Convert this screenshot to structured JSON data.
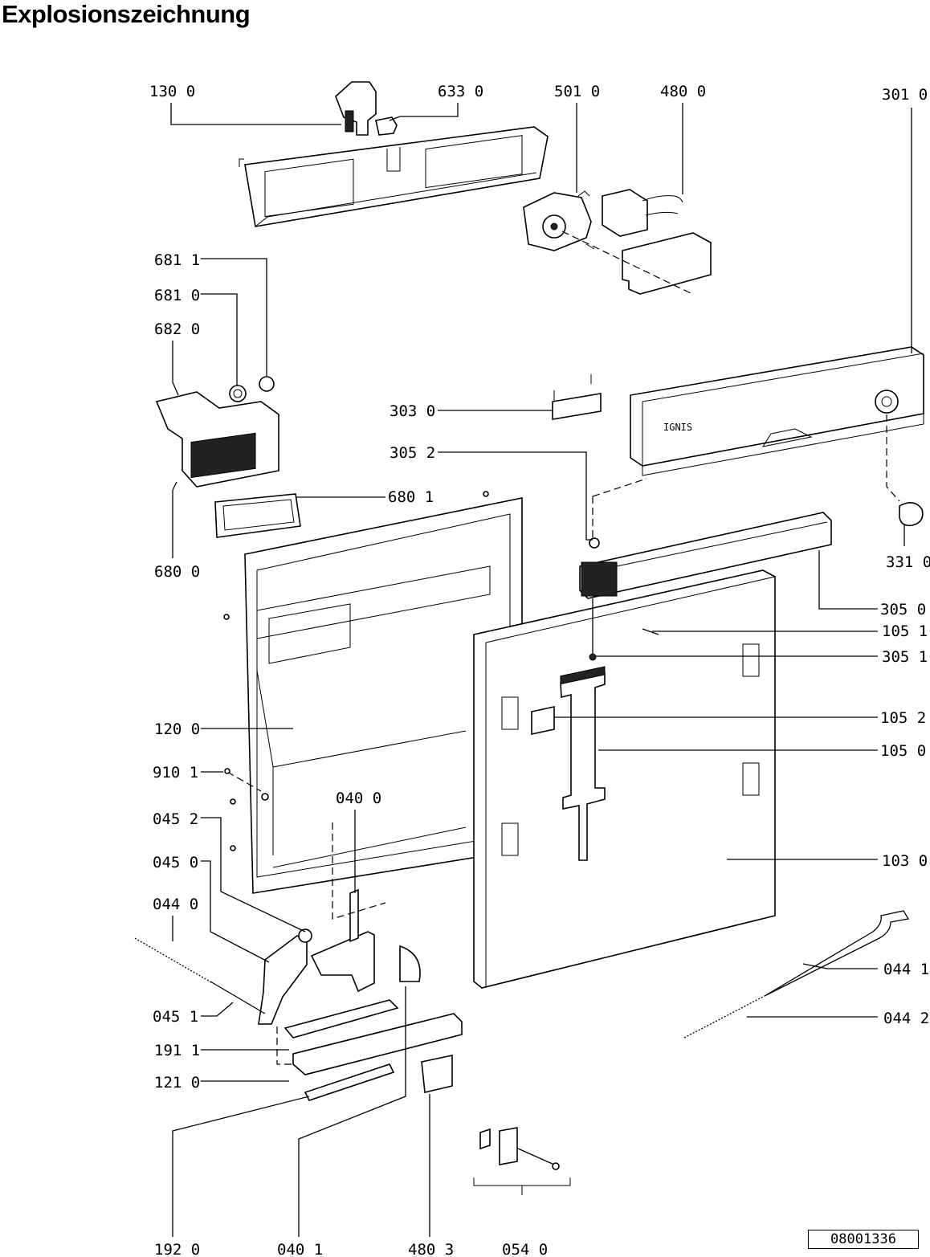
{
  "title": "Explosionszeichnung",
  "document_ref": "08001336",
  "brand_mark": "IGNIS",
  "labels": {
    "l_1300": "130 0",
    "l_6330": "633 0",
    "l_5010": "501 0",
    "l_4800": "480 0",
    "l_3010": "301 0",
    "l_6811": "681 1",
    "l_6810": "681 0",
    "l_6820": "682 0",
    "l_3030": "303 0",
    "l_3052": "305 2",
    "l_6801": "680 1",
    "l_6800": "680 0",
    "l_3310": "331 0",
    "l_3050": "305 0",
    "l_1051": "105 1",
    "l_3051": "305 1",
    "l_1052": "105 2",
    "l_1050": "105 0",
    "l_1200": "120 0",
    "l_9101": "910 1",
    "l_0400": "040 0",
    "l_0452": "045 2",
    "l_0450": "045 0",
    "l_1030": "103 0",
    "l_0440": "044 0",
    "l_0441": "044 1",
    "l_0451": "045 1",
    "l_0442": "044 2",
    "l_1911": "191 1",
    "l_1210": "121 0",
    "l_1920": "192 0",
    "l_0401": "040 1",
    "l_4803": "480 3",
    "l_0540": "054 0"
  }
}
